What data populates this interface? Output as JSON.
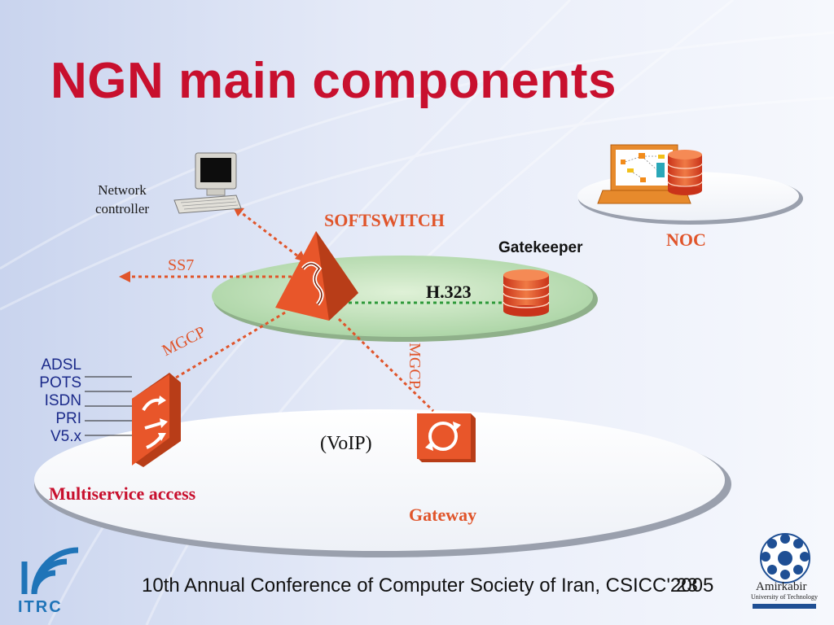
{
  "title": "NGN main components",
  "labels": {
    "network_controller": "Network controller",
    "softswitch": "SOFTSWITCH",
    "gatekeeper": "Gatekeeper",
    "noc": "NOC",
    "ss7": "SS7",
    "h323": "H.323",
    "mgcp_left": "MGCP",
    "mgcp_right": "MGCP",
    "voip": "(VoIP)",
    "multiservice_access": "Multiservice access",
    "gateway": "Gateway"
  },
  "access_interfaces": [
    "ADSL",
    "POTS",
    "ISDN",
    "PRI",
    "V5.x"
  ],
  "footer": {
    "conference": "10th Annual Conference of Computer Society of Iran, CSICC'2005",
    "page_number": "23"
  },
  "logos": {
    "itrc": "ITRC",
    "amirkabir": "Amirkabir",
    "amirkabir_sub": "University of Technology"
  },
  "colors": {
    "title": "#c8102e",
    "accent": "#e0552b",
    "link": "#e0552b",
    "device": "#e8562a"
  }
}
